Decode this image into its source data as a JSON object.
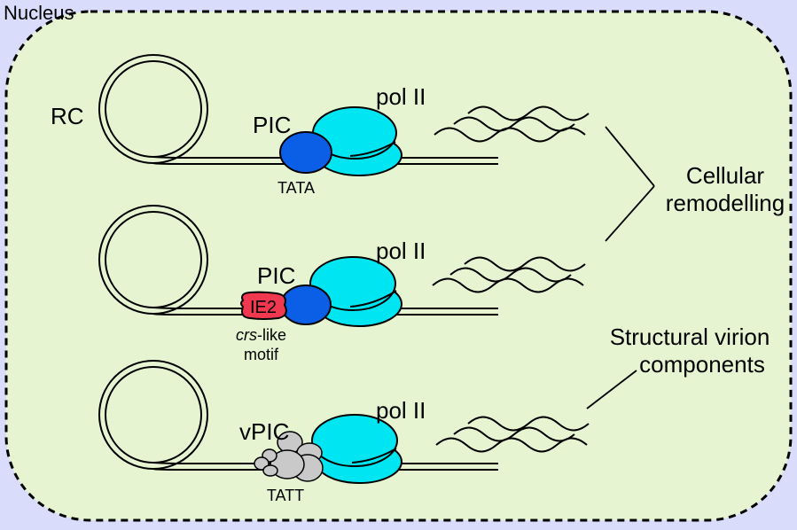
{
  "compartment": {
    "label": "Nucleus"
  },
  "labels": {
    "rc": "RC",
    "pic": "PIC",
    "vpic": "vPIC",
    "pol": "pol II",
    "tata": "TATA",
    "tatt": "TATT",
    "ie2": "IE2",
    "crs_italic": "crs",
    "crs_rest": "-like",
    "motif": "motif",
    "cellular_line1": "Cellular",
    "cellular_line2": "remodelling",
    "structural_line1": "Structural virion",
    "structural_line2": "components"
  },
  "colors": {
    "outside": "#d9dcfb",
    "nucleus_fill": "#e6f4d2",
    "pol_ii": "#00e5f2",
    "pic": "#0a5fe6",
    "ie2": "#f0384f",
    "vpic": "#c9c9c9"
  }
}
